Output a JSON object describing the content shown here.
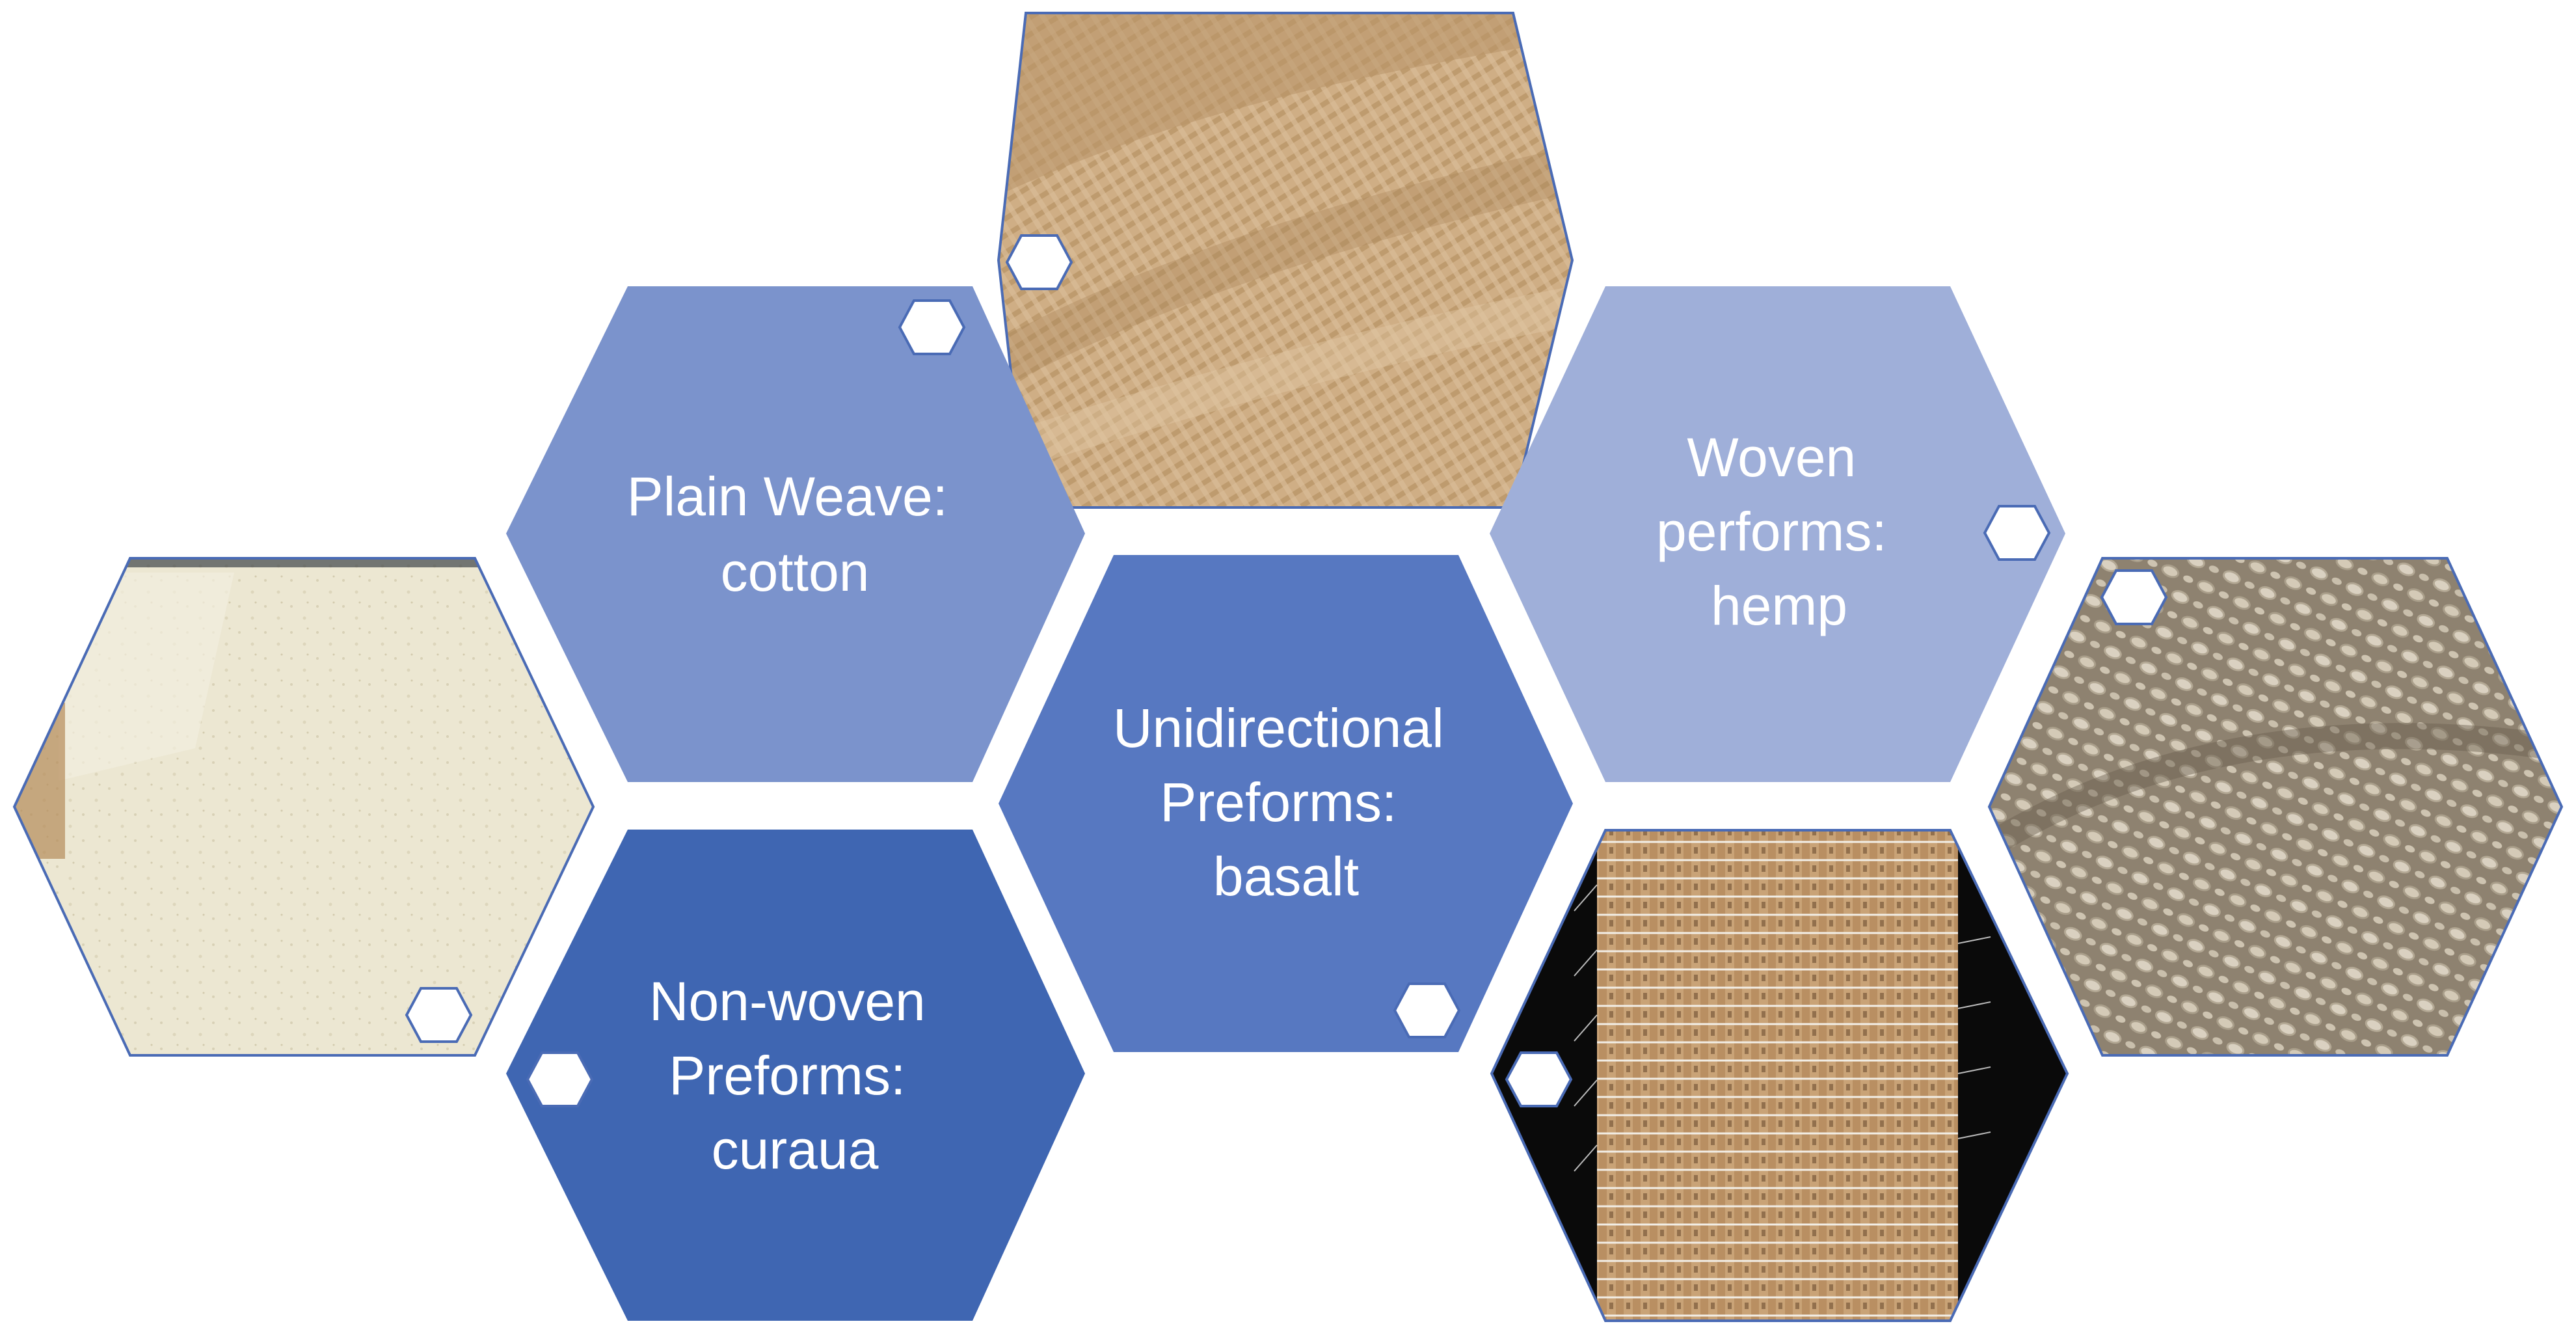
{
  "hexagons": [
    {
      "id": "plain-weave",
      "lines": [
        "Plain Weave:",
        "cotton"
      ],
      "fill": "#7B93CC"
    },
    {
      "id": "unidirectional",
      "lines": [
        "Unidirectional",
        "Preforms:",
        "basalt"
      ],
      "fill": "#5778C1"
    },
    {
      "id": "woven",
      "lines": [
        "Woven",
        "performs:",
        "hemp"
      ],
      "fill": "#9FAFD9"
    },
    {
      "id": "non-woven",
      "lines": [
        "Non-woven",
        "Preforms:",
        "curaua"
      ],
      "fill": "#3F66B2"
    }
  ],
  "images": [
    {
      "id": "cotton-fabric-photo",
      "depicts": "beige plain weave fabric"
    },
    {
      "id": "curaua-nonwoven-photo",
      "depicts": "off-white non-woven mat"
    },
    {
      "id": "basalt-unidirectional-photo",
      "depicts": "tan unidirectional stitched fabric"
    },
    {
      "id": "hemp-woven-photo",
      "depicts": "knotted hemp mesh"
    }
  ]
}
